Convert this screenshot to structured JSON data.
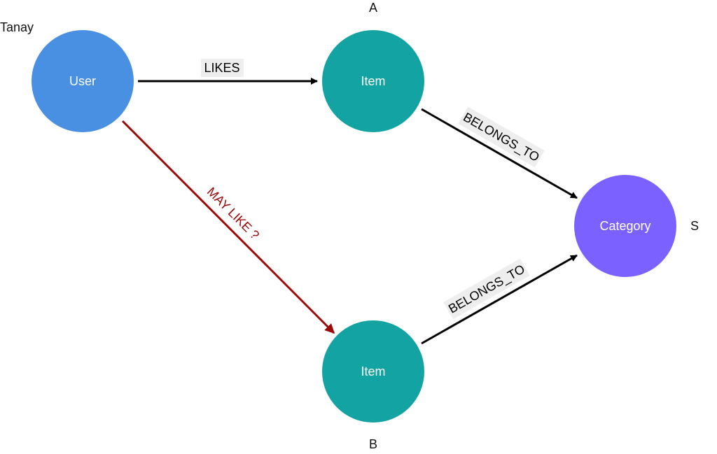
{
  "nodes": {
    "user": {
      "label": "User",
      "name": "Tanay",
      "color": "#4A90E2"
    },
    "item_a": {
      "label": "Item",
      "name": "A",
      "color": "#14A3A3"
    },
    "item_b": {
      "label": "Item",
      "name": "B",
      "color": "#14A3A3"
    },
    "category": {
      "label": "Category",
      "name": "S",
      "color": "#7B61FF"
    }
  },
  "edges": {
    "likes": {
      "label": "LIKES",
      "color": "#000000"
    },
    "a_belongs": {
      "label": "BELONGS_TO",
      "color": "#000000"
    },
    "b_belongs": {
      "label": "BELONGS_TO",
      "color": "#000000"
    },
    "may_like": {
      "label": "MAY LIKE ?",
      "color": "#9B0A0A"
    }
  },
  "colors": {
    "label_background": "#EEEEEE"
  }
}
